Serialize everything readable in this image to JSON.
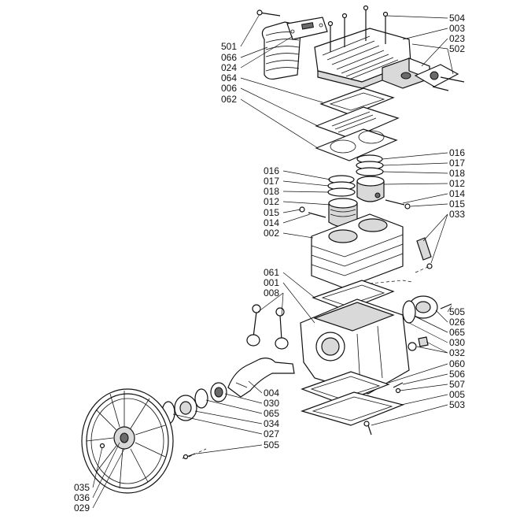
{
  "labels": {
    "right": [
      "504",
      "003",
      "023",
      "502",
      "016",
      "017",
      "018",
      "012",
      "014",
      "015",
      "033",
      "505",
      "026",
      "065",
      "030",
      "032",
      "060",
      "506",
      "507",
      "005",
      "503"
    ],
    "left_top": [
      "501",
      "066",
      "024",
      "064",
      "006",
      "062"
    ],
    "left_mid": [
      "016",
      "017",
      "018",
      "012",
      "015",
      "014",
      "002"
    ],
    "left_crank": [
      "061",
      "001",
      "008"
    ],
    "bottom_mid": [
      "004",
      "030",
      "065",
      "034",
      "027",
      "505"
    ],
    "bottom_left": [
      "035",
      "036",
      "029"
    ]
  }
}
